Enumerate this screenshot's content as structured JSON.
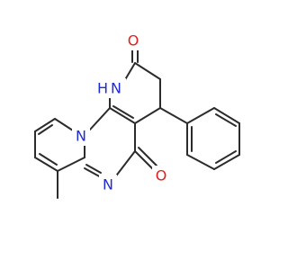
{
  "molecule": {
    "colors": {
      "bond": "#2b2b2b",
      "carbon_label": "#2b2b2b",
      "nitrogen": "#1f2bd6",
      "oxygen": "#e01f1f",
      "background": "#ffffff"
    },
    "atom_labels": {
      "o_top": "O",
      "nh": "N",
      "nh_h": "H",
      "n_bridge": "N",
      "n_imine": "N",
      "o_bottom": "O"
    }
  }
}
